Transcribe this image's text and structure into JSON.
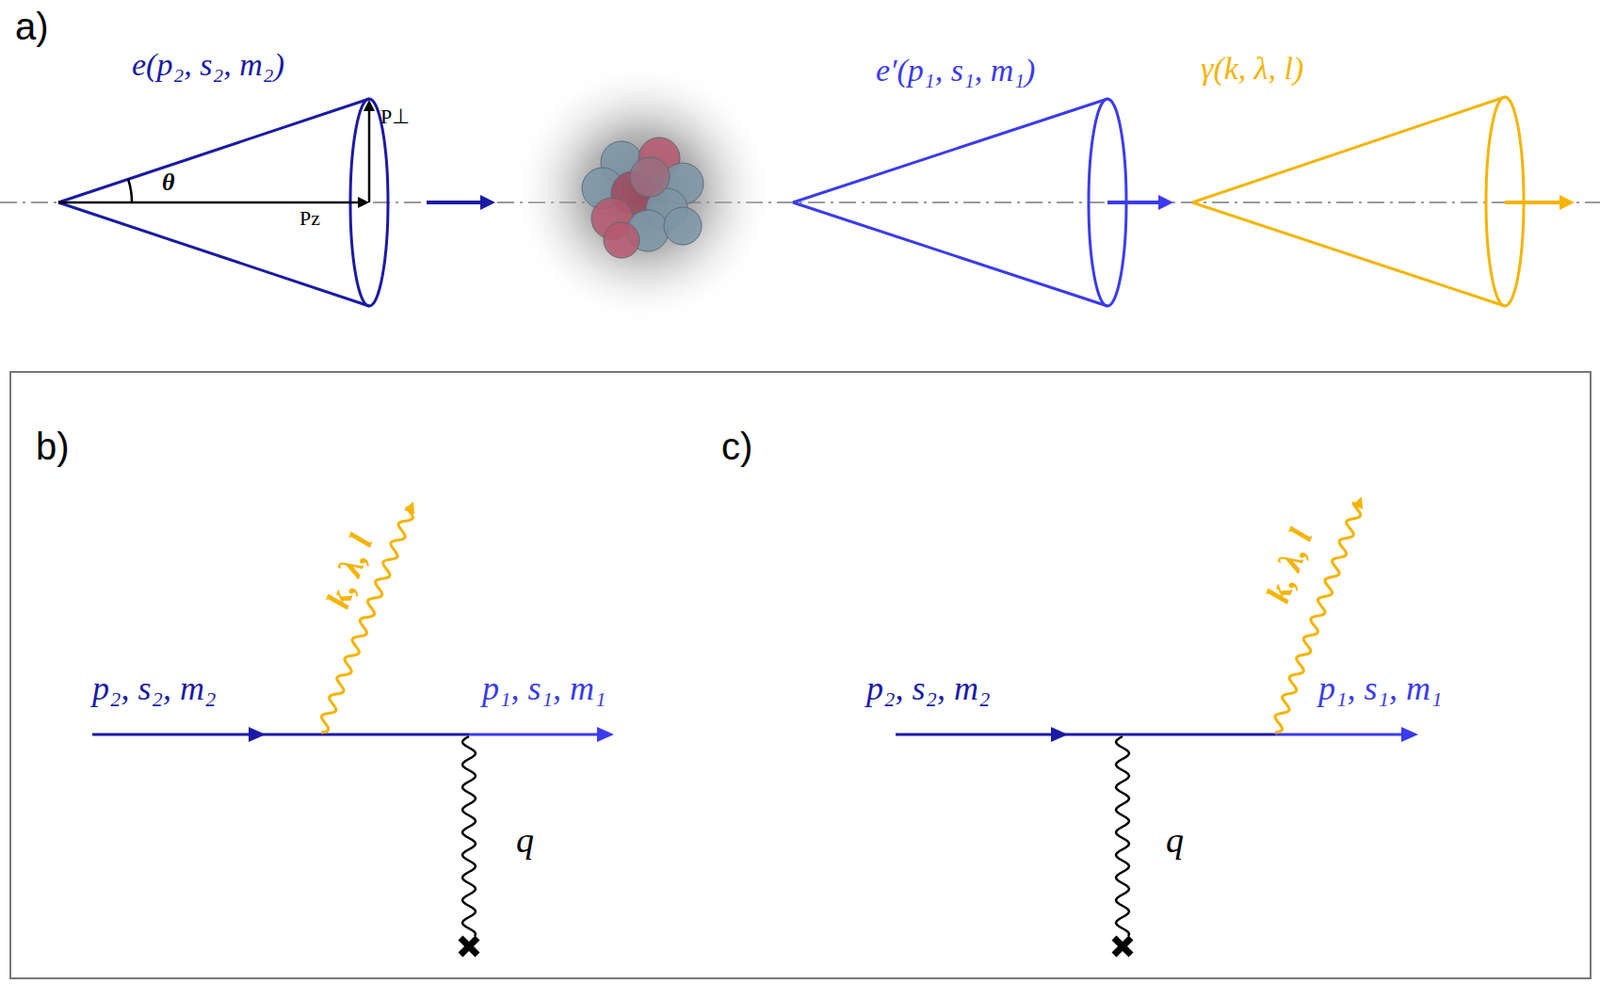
{
  "diagram": {
    "labels": [
      "a)",
      "e(p₂, s₂, m₂)",
      "P⊥",
      "θ",
      "Pz",
      "e′(p₁, s₁, m₁)",
      "γ(k, λ, l)",
      "b)",
      "c)",
      "k, λ, l",
      "p₂, s₂, m₂",
      "p₁, s₁, m₁",
      "q",
      "k, λ, l",
      "p₂, s₂, m₂",
      "p₁, s₁, m₁",
      "q"
    ]
  }
}
